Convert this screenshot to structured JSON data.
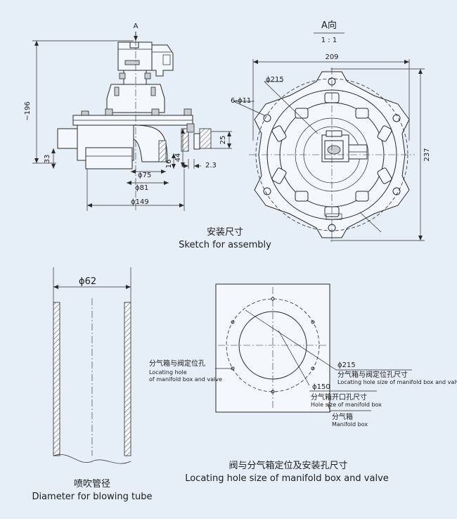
{
  "side_view": {
    "height_dim": "~196",
    "arrow_label": "A",
    "dim_33": "33",
    "dim_25": "25",
    "dim_44": "44",
    "dim_16": "16",
    "dim_2_3": "2.3",
    "dia_75": "ϕ75",
    "dia_81": "ϕ81",
    "dia_149": "ϕ149"
  },
  "top_view": {
    "view_label": "A向",
    "scale": "1 : 1",
    "width_dim": "209",
    "height_dim": "237",
    "dia_215": "ϕ215",
    "holes": "6-ϕ11"
  },
  "assembly_caption": {
    "cn": "安装尺寸",
    "en": "Sketch for assembly"
  },
  "tube": {
    "dia": "ϕ62",
    "caption_cn": "喷吹管径",
    "caption_en": "Diameter for blowing tube"
  },
  "manifold": {
    "locating_cn": "分气箱与阀定位孔",
    "locating_en1": "Locating hole",
    "locating_en2": "of manifold box and valve",
    "dia_215": "ϕ215",
    "locating_right_cn": "分气箱与阀定位孔尺寸",
    "locating_right_en": "Locating hole size of manifold box and valve",
    "dia_150": "ϕ150",
    "opening_cn": "分气箱开口孔尺寸",
    "opening_en": "Hole size of manifold box",
    "box_cn": "分气箱",
    "box_en": "Manifold box",
    "caption_cn": "阀与分气箱定位及安装孔尺寸",
    "caption_en": "Locating hole size of manifold box and valve"
  }
}
